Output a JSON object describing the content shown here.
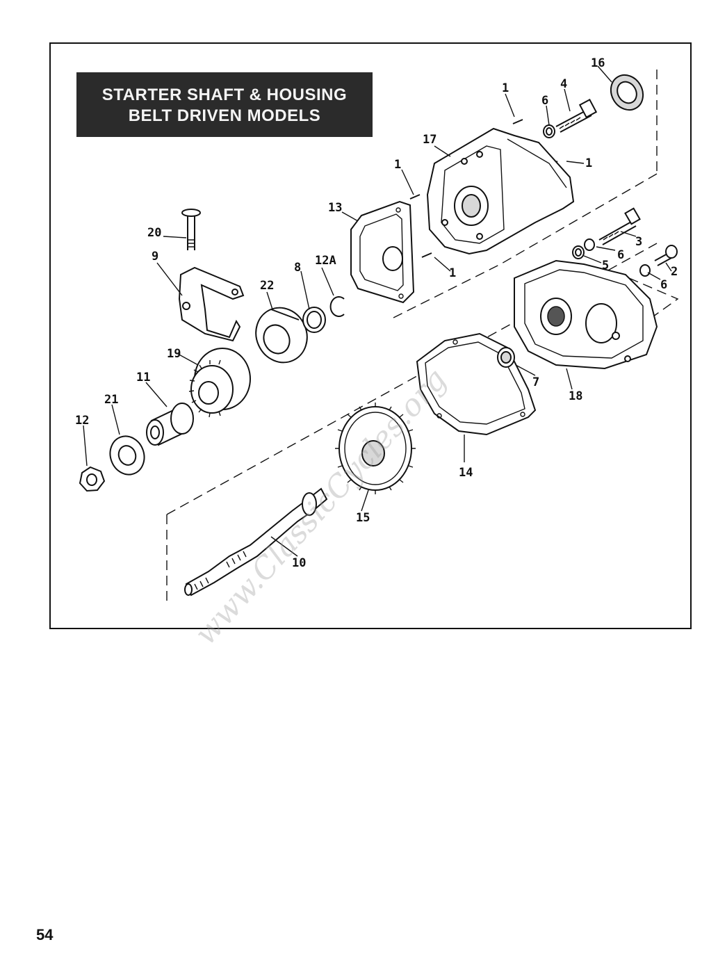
{
  "title": {
    "line1": "STARTER SHAFT & HOUSING",
    "line2": "BELT DRIVEN MODELS"
  },
  "watermark": "www.ClassicCycles.org",
  "page_number": "54",
  "parts": [
    {
      "id": "1a",
      "label": "1"
    },
    {
      "id": "1b",
      "label": "1"
    },
    {
      "id": "1c",
      "label": "1"
    },
    {
      "id": "1d",
      "label": "1"
    },
    {
      "id": "2",
      "label": "2"
    },
    {
      "id": "3",
      "label": "3"
    },
    {
      "id": "4",
      "label": "4"
    },
    {
      "id": "5",
      "label": "5"
    },
    {
      "id": "6a",
      "label": "6"
    },
    {
      "id": "6b",
      "label": "6"
    },
    {
      "id": "6c",
      "label": "6"
    },
    {
      "id": "7",
      "label": "7"
    },
    {
      "id": "8",
      "label": "8"
    },
    {
      "id": "9",
      "label": "9"
    },
    {
      "id": "10",
      "label": "10"
    },
    {
      "id": "11",
      "label": "11"
    },
    {
      "id": "12",
      "label": "12"
    },
    {
      "id": "12A",
      "label": "12A"
    },
    {
      "id": "13",
      "label": "13"
    },
    {
      "id": "14",
      "label": "14"
    },
    {
      "id": "15",
      "label": "15"
    },
    {
      "id": "16",
      "label": "16"
    },
    {
      "id": "17",
      "label": "17"
    },
    {
      "id": "18",
      "label": "18"
    },
    {
      "id": "19",
      "label": "19"
    },
    {
      "id": "20",
      "label": "20"
    },
    {
      "id": "21",
      "label": "21"
    },
    {
      "id": "22",
      "label": "22"
    }
  ]
}
